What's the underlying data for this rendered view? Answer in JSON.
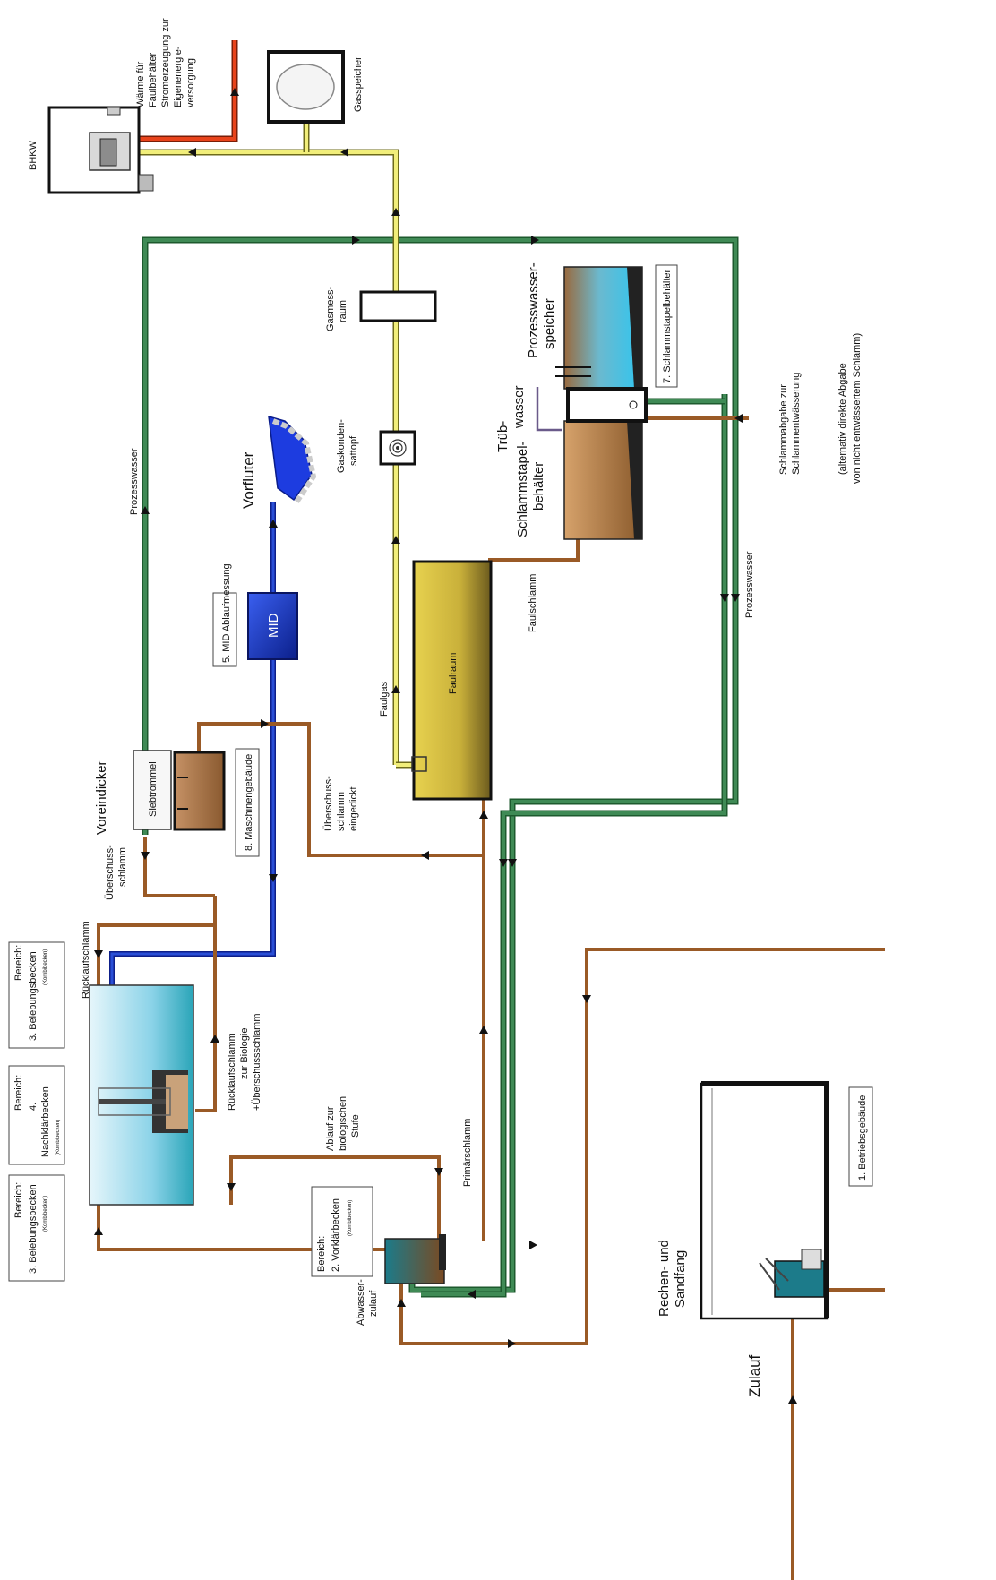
{
  "labels": {
    "bhkw": "BHKW",
    "waerme_1": "Wärme für",
    "waerme_2": "Faulbehälter",
    "waerme_3": "Stromerzeugung zur",
    "waerme_4": "Eigenenergie-",
    "waerme_5": "versorgung",
    "gasspeicher": "Gasspeicher",
    "gasmess_1": "Gasmess-",
    "gasmess_2": "raum",
    "gaskond_1": "Gaskonden-",
    "gaskond_2": "sattopf",
    "vorfluter": "Vorfluter",
    "prozesswasser_left": "Prozesswasser",
    "prozesswasser_right": "Prozesswasser",
    "mid": "MID",
    "mid_ablauf": "5. MID Ablaufmessung",
    "voreindicker": "Voreindicker",
    "siebtrommel": "Siebtrommel",
    "maschinengebaeude": "8. Maschinengebäude",
    "ueberschuss_1": "Überschuss-",
    "ueberschuss_2": "schlamm",
    "ueberschuss_eing_1": "Überschuss-",
    "ueberschuss_eing_2": "schlamm",
    "ueberschuss_eing_3": "eingedickt",
    "faulgas": "Faulgas",
    "faulraum": "Faulraum",
    "faulschlamm": "Faulschlamm",
    "schlammstapel_1": "Schlammstapel-",
    "schlammstapel_2": "behälter",
    "trueb_1": "Trüb-",
    "trueb_2": "wasser",
    "prozesswasserspeicher_1": "Prozesswasser-",
    "prozesswasserspeicher_2": "speicher",
    "schlammstapelbehaelter7": "7. Schlammstapelbehälter",
    "schlammabgabe_1": "Schlammabgabe zur",
    "schlammabgabe_2": "Schlammentwässerung",
    "alternativ_1": "(alternativ direkte Abgabe",
    "alternativ_2": "von nicht entwässertem Schlamm)",
    "ruecklauf": "Rücklaufschlamm",
    "ruecklauf_bio_1": "Rücklaufschlamm",
    "ruecklauf_bio_2": "zur Biologie",
    "ruecklauf_bio_3": "+Überschussschlamm",
    "ablauf_bio_1": "Ablauf zur",
    "ablauf_bio_2": "biologischen",
    "ablauf_bio_3": "Stufe",
    "primaerschlamm": "Primärschlamm",
    "abwasser_1": "Abwasser-",
    "abwasser_2": "zulauf",
    "rechen_1": "Rechen- und",
    "rechen_2": "Sandfang",
    "zulauf": "Zulauf",
    "betriebsgebaeude": "1. Betriebsgebäude",
    "bereich_beleb_a_1": "Bereich:",
    "bereich_beleb_a_2": "3.  Belebungsbecken",
    "bereich_beleb_a_3": "(Kombibecken)",
    "bereich_nach_1": "Bereich:",
    "bereich_nach_2": "4.",
    "bereich_nach_3": "Nachklärbecken",
    "bereich_nach_4": "(Kombibecken)",
    "bereich_beleb_b_1": "Bereich:",
    "bereich_beleb_b_2": "3.  Belebungsbecken",
    "bereich_beleb_b_3": "(Kombibecken)",
    "bereich_vor_1": "Bereich:",
    "bereich_vor_2": "2.    Vorklärbecken",
    "bereich_vor_3": "(Kombibecken)"
  },
  "colors": {
    "sludge": "#9a5a26",
    "process_water": "#3f8a55",
    "gas": "#f1ee7a",
    "clear_water": "#2a4fd6",
    "heat": "#e8431b",
    "faulraum": "#d8c34a"
  }
}
